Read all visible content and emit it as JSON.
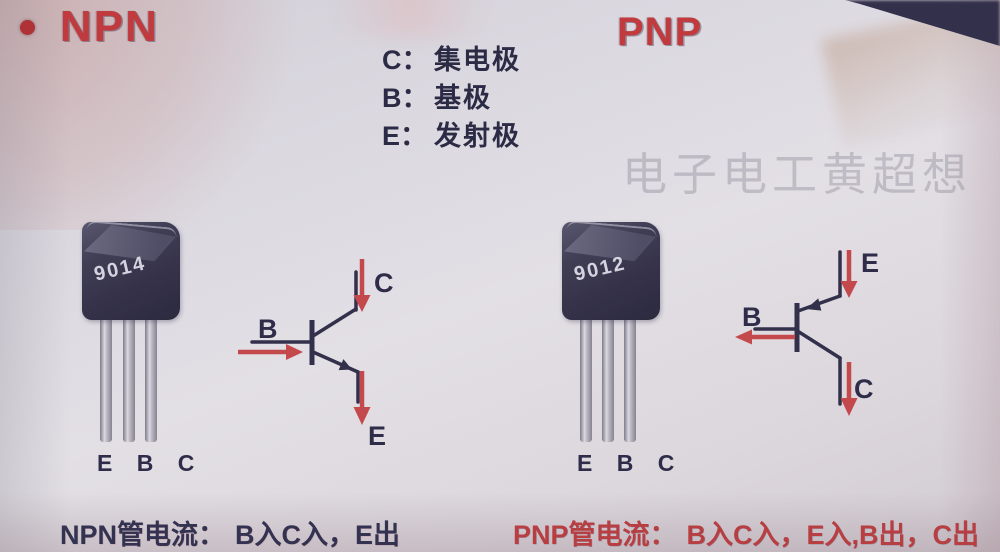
{
  "slide": {
    "bullet": "",
    "npn_title": "NPN",
    "pnp_title": "PNP",
    "watermark": "电子电工黄超想"
  },
  "legend": {
    "c_key": "C：",
    "c_label": "集电极",
    "b_key": "B：",
    "b_label": "基极",
    "e_key": "E：",
    "e_label": "发射极"
  },
  "npn": {
    "package_label": "9014",
    "pin_labels": "E B C",
    "sym_b": "B",
    "sym_c": "C",
    "sym_e": "E",
    "rule_prefix": "NPN管电流：",
    "rule_text": "B入C入，E出"
  },
  "pnp": {
    "package_label": "9012",
    "pin_labels": "E B C",
    "sym_b": "B",
    "sym_c": "C",
    "sym_e": "E",
    "rule_prefix": "PNP管电流：",
    "rule_text": "B入C入，E入,B出，C出"
  },
  "colors": {
    "title_red": "#c13a3e",
    "rule_red": "#b73e41",
    "ink_navy": "#32304a",
    "arrow_red": "#c4494d",
    "background": "#dcd9e0",
    "package_body": "#35324a"
  }
}
